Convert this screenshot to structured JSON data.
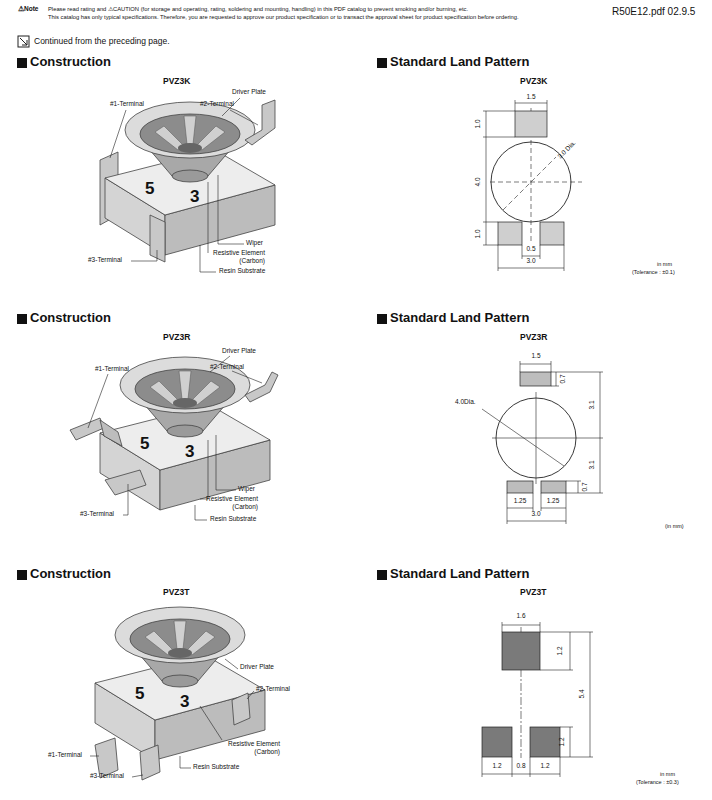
{
  "diagram": {
    "labels": [
      "⚠Note",
      "Please read rating and ⚠CAUTION (for storage and operating, rating, soldering and mounting, handling) in this PDF catalog to prevent smoking and/or burning, etc.",
      "This catalog has only typical specifications. Therefore, you are requested to approve our product specification or to transact the approval sheet for product specification before ordering.",
      "R50E12.pdf 02.9.5",
      "Continued from the preceding page.",
      "Construction",
      "PVZ3K",
      "Driver Plate",
      "#1-Terminal",
      "#2-Terminal",
      "5",
      "3",
      "Wiper",
      "Resistive Element (Carbon)",
      "Resin Substrate",
      "#3-Terminal",
      "Standard Land Pattern",
      "PVZ3K",
      "1.5",
      "1.0",
      "3.0 Dia.",
      "4.0",
      "1.0",
      "0.5",
      "3.0",
      "in mm",
      "(Tolerance : ±0.1)",
      "Construction",
      "PVZ3R",
      "Driver Plate",
      "#1-Terminal",
      "#2-Terminal",
      "5",
      "3",
      "Wiper",
      "Resistive Element (Carbon)",
      "Resin Substrate",
      "#3-Terminal",
      "Standard Land Pattern",
      "PVZ3R",
      "1.5",
      "0.7",
      "4.0Dia.",
      "3.1",
      "3.1",
      "0.7",
      "1.25",
      "1.25",
      "3.0",
      "(in mm)",
      "Construction",
      "PVZ3T",
      "Driver Plate",
      "#2-Terminal",
      "5",
      "3",
      "Resistive Element (Carbon)",
      "#1-Terminal",
      "Resin Substrate",
      "#3-Terminal",
      "Standard Land Pattern",
      "PVZ3T",
      "1.6",
      "1.2",
      "5.4",
      "1.2",
      "1.2",
      "0.8",
      "1.2",
      "in mm",
      "(Tolerance : ±0.3)"
    ]
  }
}
